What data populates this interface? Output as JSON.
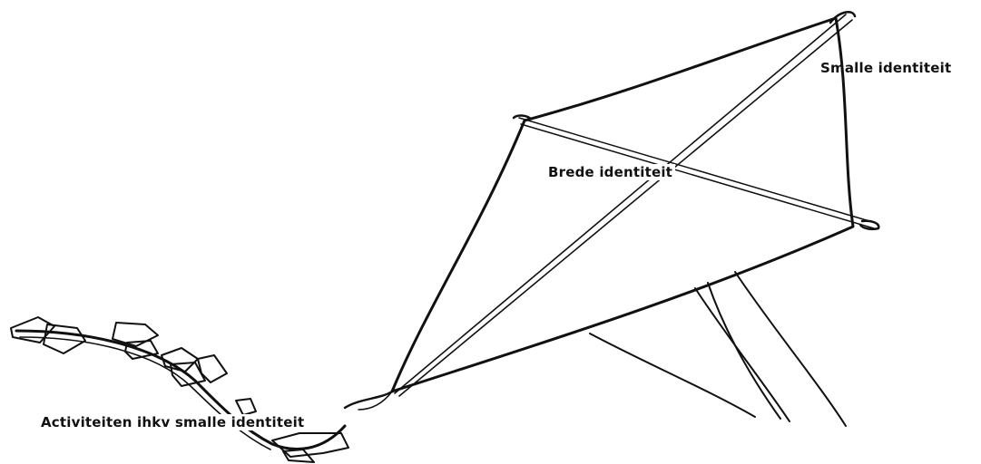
{
  "labels": {
    "narrow_identity": "Smalle identiteit",
    "broad_identity": "Brede identiteit",
    "activities": "Activiteiten ihkv smalle identiteit"
  },
  "colors": {
    "ink": "#111111",
    "background": "#ffffff"
  }
}
